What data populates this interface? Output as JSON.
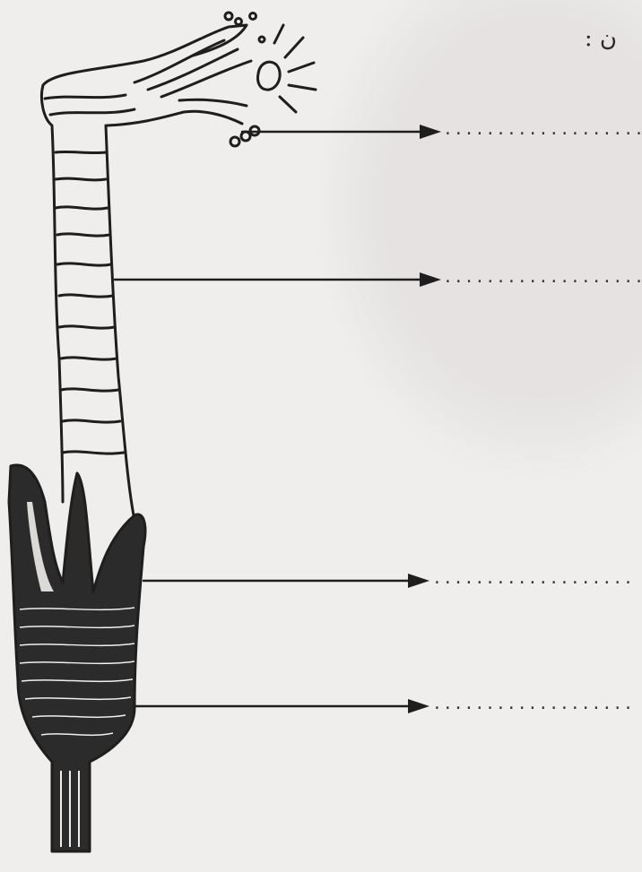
{
  "header": {
    "text": "ن :"
  },
  "labels": [
    {
      "id": "label-1",
      "text": "......................."
    },
    {
      "id": "label-2",
      "text": "......................."
    },
    {
      "id": "label-3",
      "text": "......................."
    },
    {
      "id": "label-4",
      "text": "......................."
    }
  ],
  "colors": {
    "ink": "#1e1e1e",
    "paper": "#efeeec",
    "shade": "#2b2b2b"
  }
}
